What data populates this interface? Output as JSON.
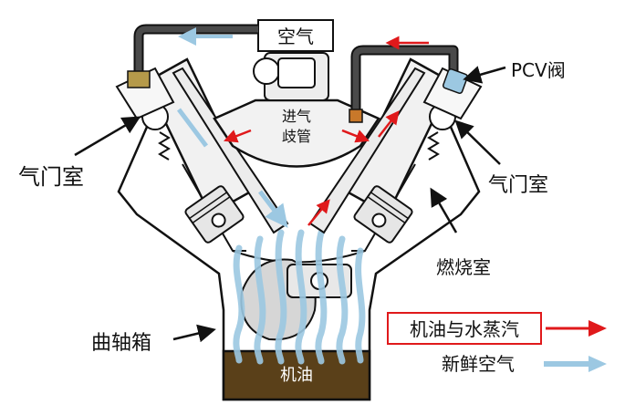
{
  "labels": {
    "air": "空气",
    "intake_line1": "进气",
    "intake_line2": "歧管",
    "pcv_valve": "PCV阀",
    "valve_chamber_left": "气门室",
    "valve_chamber_right": "气门室",
    "combustion_chamber": "燃烧室",
    "crankcase": "曲轴箱",
    "oil": "机油"
  },
  "legend": {
    "oil_vapor": "机油与水蒸汽",
    "fresh_air": "新鲜空气"
  },
  "colors": {
    "oil_vapor_arrow": "#e0191b",
    "fresh_air_arrow": "#9cc8e2",
    "oil_sump": "#5a4019",
    "engine_outline": "#111111",
    "hose": "#4a4a4a",
    "pcv_fitting": "#c8782a",
    "left_fitting": "#b59a4a"
  }
}
